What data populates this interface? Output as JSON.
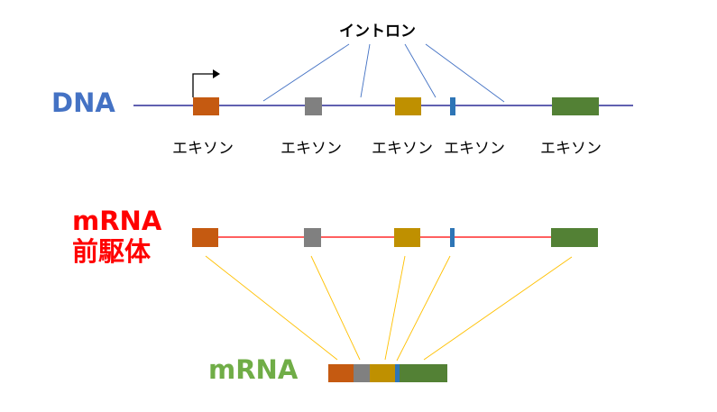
{
  "title": "DNA → mRNA precursor → mRNA splicing diagram",
  "labels": {
    "dna": "DNA",
    "pre_mrna_line1": "mRNA",
    "pre_mrna_line2": "前駆体",
    "mrna": "mRNA",
    "intron": "イントロン",
    "exon": "エキソン"
  },
  "colors": {
    "dna_label": "#4472C4",
    "pre_mrna_label": "#FF0000",
    "mrna_label": "#70AD47",
    "dna_line": "#000080",
    "pre_mrna_line": "#FF0000",
    "intron_pointer": "#4472C4",
    "splice_connector": "#FFC000",
    "promoter_arrow": "#000000"
  },
  "exons": [
    {
      "name": "exon-1",
      "color": "#C55A11",
      "label": "エキソン"
    },
    {
      "name": "exon-2",
      "color": "#808080",
      "label": "エキソン"
    },
    {
      "name": "exon-3",
      "color": "#BF9000",
      "label": "エキソン"
    },
    {
      "name": "exon-4",
      "color": "#2E75B6",
      "label": "エキソン"
    },
    {
      "name": "exon-5",
      "color": "#538135",
      "label": "エキソン"
    }
  ]
}
